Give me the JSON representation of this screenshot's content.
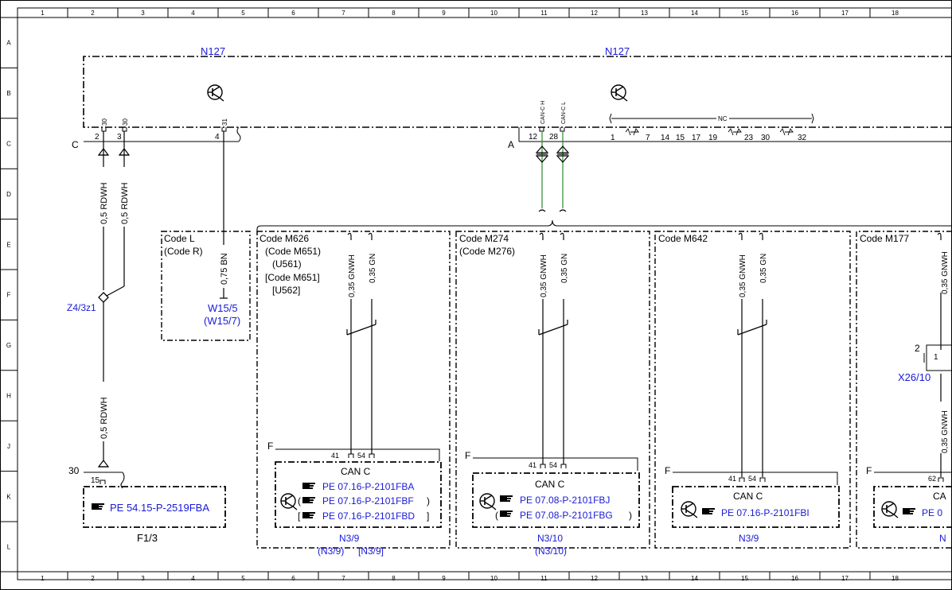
{
  "grid": {
    "columns": [
      "1",
      "2",
      "3",
      "4",
      "5",
      "6",
      "7",
      "8",
      "9",
      "10",
      "11",
      "12",
      "13",
      "14",
      "15",
      "16",
      "17",
      "18"
    ],
    "rows": [
      "A",
      "B",
      "C",
      "D",
      "E",
      "F",
      "G",
      "H",
      "J",
      "K",
      "L"
    ]
  },
  "components": {
    "n127_left": "N127",
    "n127_right": "N127",
    "connector_c": "C",
    "connector_a": "A",
    "z4": "Z4/3z1",
    "w15_5": "W15/5",
    "w15_7": "(W15/7)",
    "f1_3": "F1/3",
    "x26_10": "X26/10"
  },
  "pins": {
    "c_pin2": "2",
    "c_pin3": "3",
    "c_pin4": "4",
    "c_term30a": "30",
    "c_term30b": "30",
    "c_term31": "31",
    "a_pin12": "12",
    "a_pin28": "28",
    "a_can_h": "CAN-C H",
    "a_can_l": "CAN-C L",
    "nc_pins": [
      "1",
      "7",
      "14",
      "15",
      "17",
      "19",
      "23",
      "30",
      "32"
    ],
    "nc_label": "NC",
    "f13_pin15": "15",
    "f13_term30": "30",
    "x26_pin2": "2",
    "x26_pin1": "1"
  },
  "wires": {
    "w1": "0,5 RDWH",
    "w2": "0,5 RDWH",
    "w3": "0,5 RDWH",
    "w4": "0,75 BN",
    "g1a": "0,35 GNWH",
    "g1b": "0,35 GN",
    "g2a": "0,35 GNWH",
    "g2b": "0,35 GN",
    "g3a": "0,35 GNWH",
    "g3b": "0,35 GN",
    "g4a": "0,35 GNWH",
    "g4b": "0,35 GNWH"
  },
  "codes": {
    "code_l": "Code L",
    "code_r": "(Code R)",
    "code_m626": "Code M626",
    "code_m651a": "(Code M651)",
    "u561": "(U561)",
    "code_m651b": "[Code M651]",
    "u562": "[U562]",
    "code_m274": "Code M274",
    "code_m276": "(Code M276)",
    "code_m642": "Code M642",
    "code_m177": "Code M177"
  },
  "modules": {
    "m1": {
      "f": "F",
      "pin41": "41",
      "pin54": "54",
      "can": "CAN C",
      "ref1": "PE 07.16-P-2101FBA",
      "ref2": "PE 07.16-P-2101FBF",
      "ref3": "PE 07.16-P-2101FBD",
      "name": "N3/9",
      "alt1": "(N3/9)",
      "alt2": "[N3/9]"
    },
    "m2": {
      "f": "F",
      "pin41": "41",
      "pin54": "54",
      "can": "CAN C",
      "ref1": "PE 07.08-P-2101FBJ",
      "ref2": "PE 07.08-P-2101FBG",
      "name": "N3/10",
      "alt1": "(N3/10)"
    },
    "m3": {
      "f": "F",
      "pin41": "41",
      "pin54": "54",
      "can": "CAN C",
      "ref1": "PE 07.16-P-2101FBI",
      "name": "N3/9"
    },
    "m4": {
      "f": "F",
      "pin62": "62",
      "can": "CA",
      "ref1": "PE 0",
      "name": "N"
    },
    "f13": {
      "ref": "PE 54.15-P-2519FBA"
    }
  },
  "colors": {
    "line": "#000000",
    "blue": "#1a1ad6",
    "can_wire": "#2a8a2a"
  }
}
